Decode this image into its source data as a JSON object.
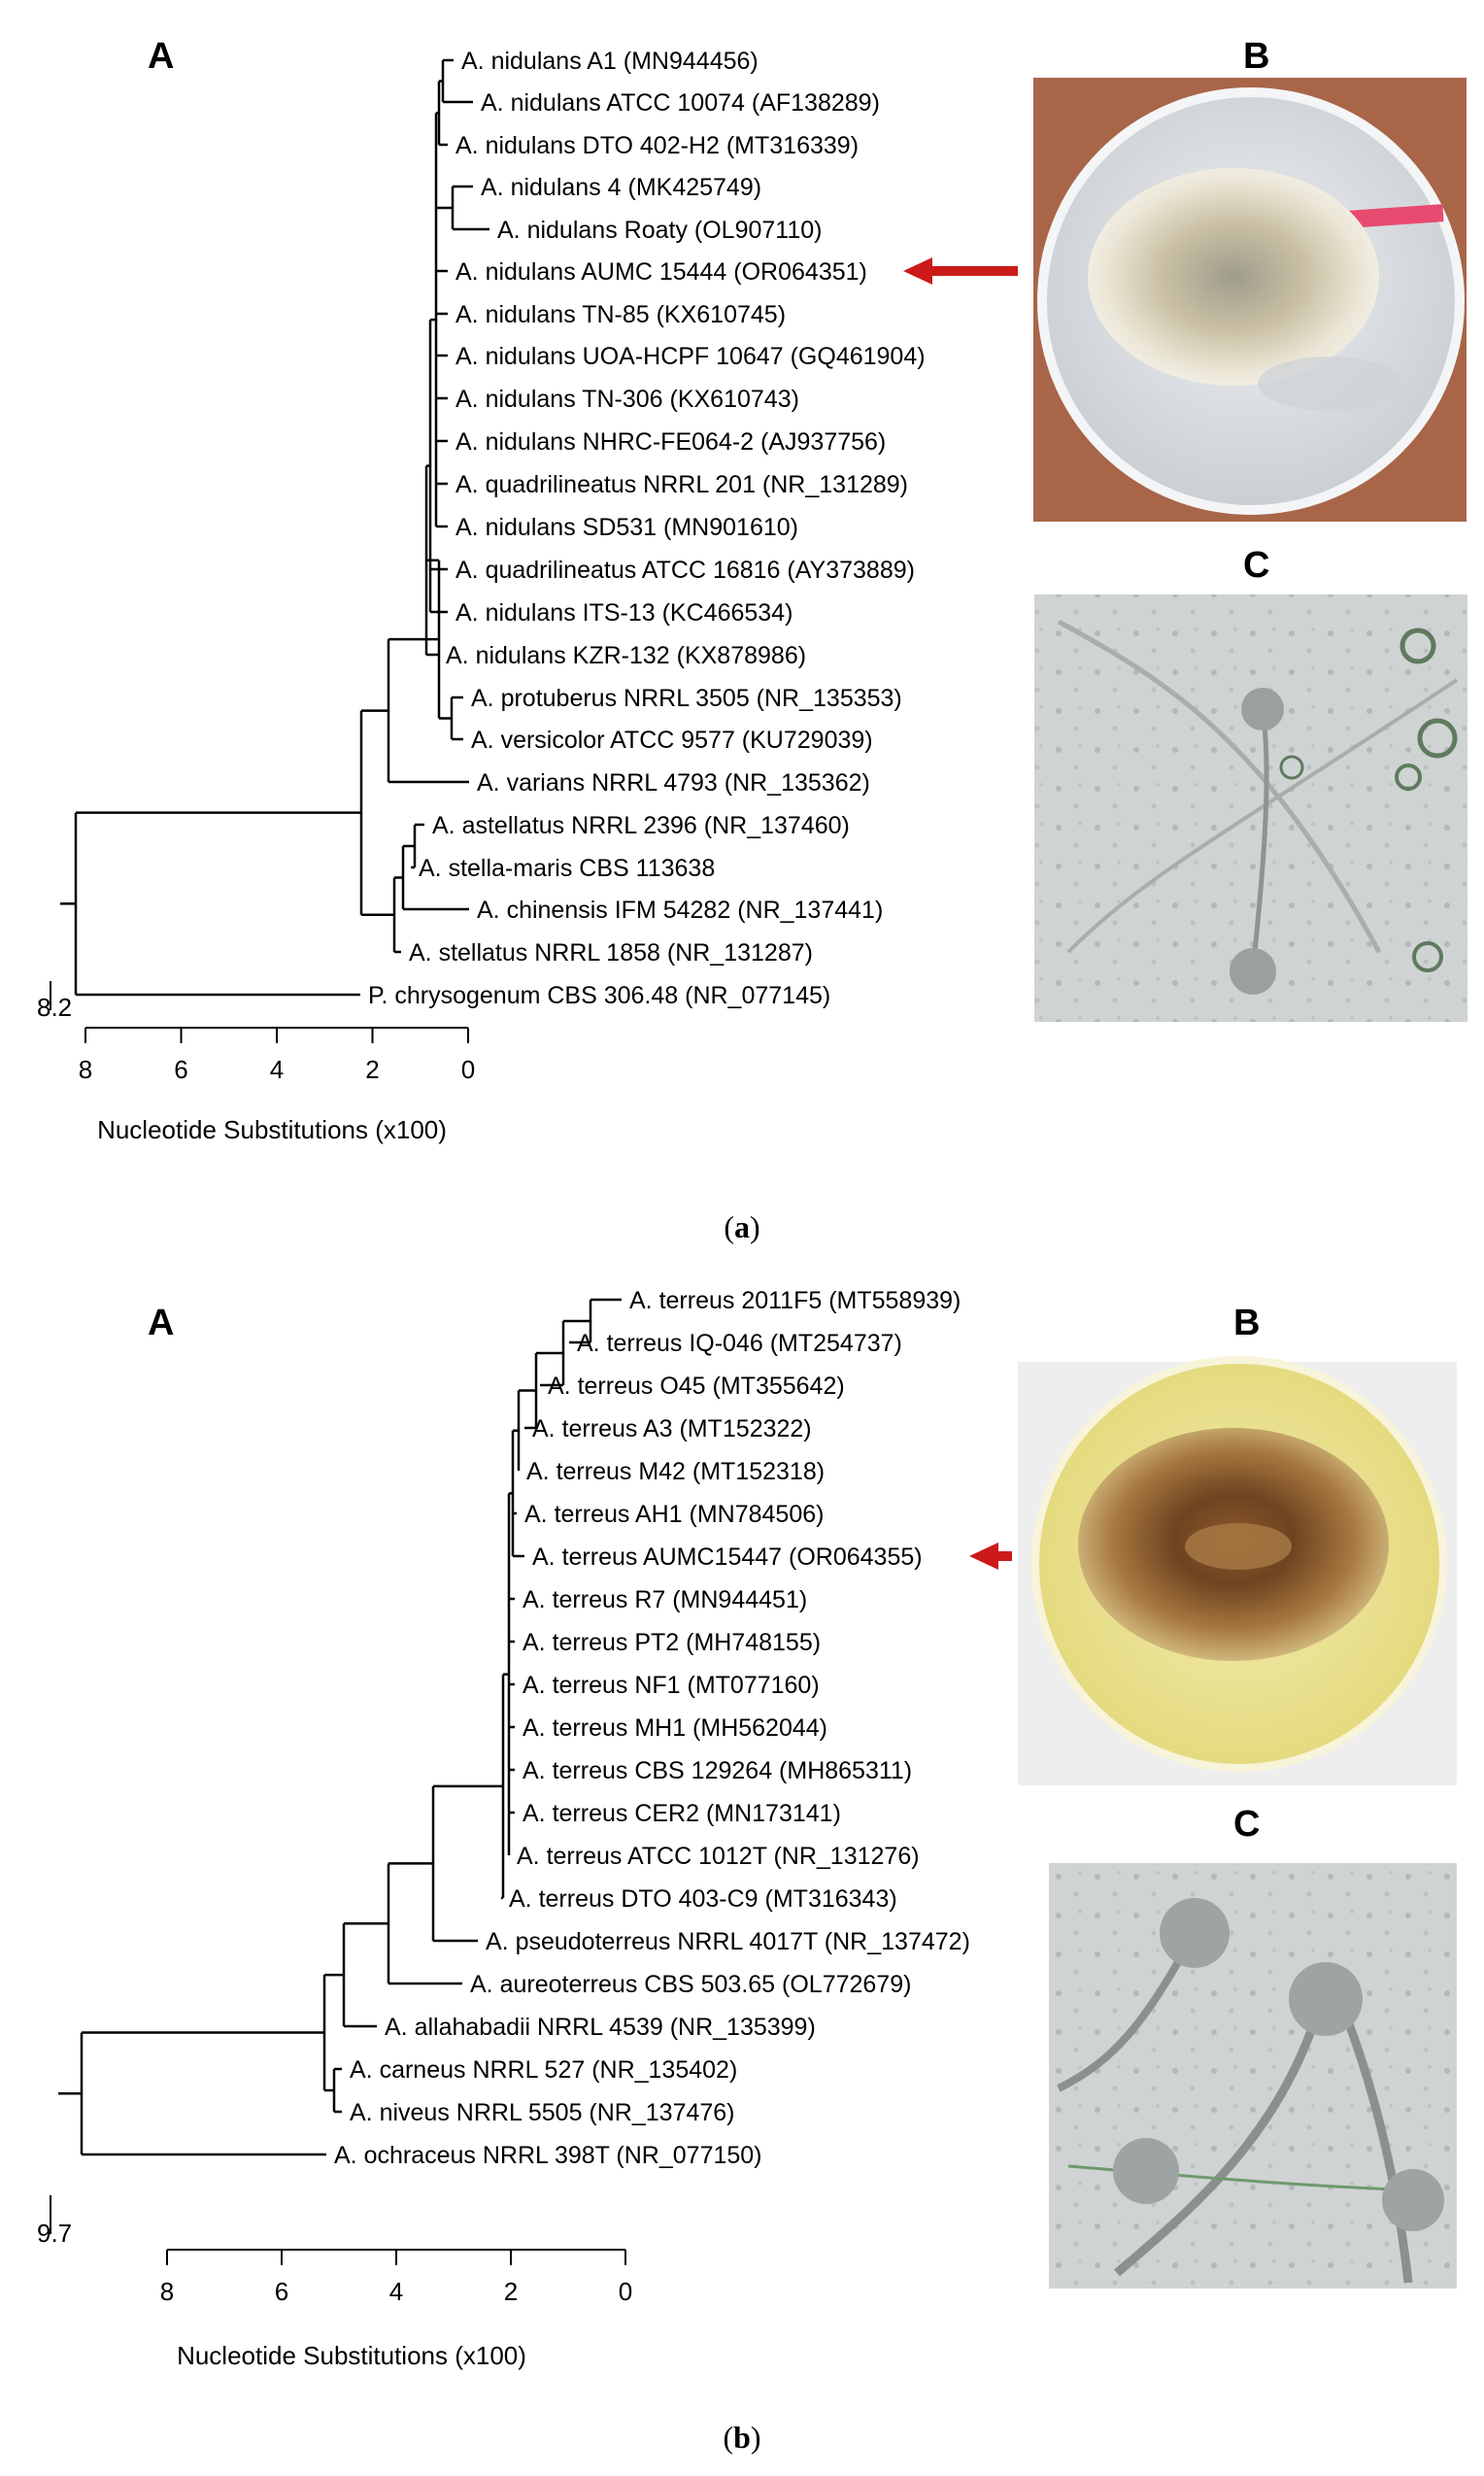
{
  "figure": {
    "a": {
      "caption_open": "(",
      "caption_letter": "a",
      "caption_close": ")",
      "labels": {
        "tree": "A",
        "plate": "B",
        "micro": "C"
      },
      "scale_label": "8.2",
      "axis": {
        "title": "Nucleotide Substitutions (x100)",
        "ticks": [
          "8",
          "6",
          "4",
          "2",
          "0"
        ]
      },
      "taxa": [
        "A. nidulans A1 (MN944456)",
        "A. nidulans ATCC 10074 (AF138289)",
        "A. nidulans DTO 402-H2 (MT316339)",
        "A. nidulans 4 (MK425749)",
        "A. nidulans Roaty (OL907110)",
        "A. nidulans AUMC 15444 (OR064351)",
        "A. nidulans TN-85 (KX610745)",
        "A. nidulans UOA-HCPF 10647 (GQ461904)",
        "A. nidulans TN-306 (KX610743)",
        "A. nidulans NHRC-FE064-2 (AJ937756)",
        "A. quadrilineatus NRRL 201 (NR_131289)",
        "A. nidulans SD531 (MN901610)",
        "A. quadrilineatus ATCC 16816 (AY373889)",
        "A. nidulans ITS-13 (KC466534)",
        "A. nidulans KZR-132 (KX878986)",
        "A. protuberus NRRL 3505 (NR_135353)",
        "A. versicolor ATCC 9577 (KU729039)",
        "A. varians NRRL 4793 (NR_135362)",
        "A. astellatus NRRL 2396 (NR_137460)",
        "A. stella-maris CBS 113638",
        "A. chinensis IFM 54282 (NR_137441)",
        "A. stellatus NRRL 1858 (NR_131287)",
        "P. chrysogenum CBS 306.48 (NR_077145)"
      ]
    },
    "b": {
      "caption_open": "(",
      "caption_letter": "b",
      "caption_close": ")",
      "labels": {
        "tree": "A",
        "plate": "B",
        "micro": "C"
      },
      "scale_label": "9.7",
      "axis": {
        "title": "Nucleotide Substitutions (x100)",
        "ticks": [
          "8",
          "6",
          "4",
          "2",
          "0"
        ]
      },
      "taxa": [
        "A. terreus 2011F5 (MT558939)",
        "A. terreus IQ-046 (MT254737)",
        "A. terreus O45 (MT355642)",
        "A. terreus A3 (MT152322)",
        "A. terreus M42 (MT152318)",
        "A. terreus AH1 (MN784506)",
        "A. terreus AUMC15447 (OR064355)",
        "A. terreus R7 (MN944451)",
        "A. terreus PT2 (MH748155)",
        "A. terreus NF1 (MT077160)",
        "A. terreus MH1 (MH562044)",
        "A. terreus CBS 129264 (MH865311)",
        "A. terreus CER2 (MN173141)",
        "A. terreus ATCC 1012T (NR_131276)",
        "A. terreus DTO 403-C9 (MT316343)",
        "A. pseudoterreus NRRL 4017T (NR_137472)",
        "A. aureoterreus CBS 503.65 (OL772679)",
        "A. allahabadii NRRL 4539 (NR_135399)",
        "A. carneus NRRL 527 (NR_135402)",
        "A. niveus NRRL 5505 (NR_137476)",
        "A. ochraceus NRRL 398T (NR_077150)"
      ]
    }
  },
  "colors": {
    "arrow": "#cc1a1a",
    "plate_a_agar": "#dfe3e6",
    "plate_b_agar": "#ece59a",
    "colony_b": "#7a4a1e"
  }
}
